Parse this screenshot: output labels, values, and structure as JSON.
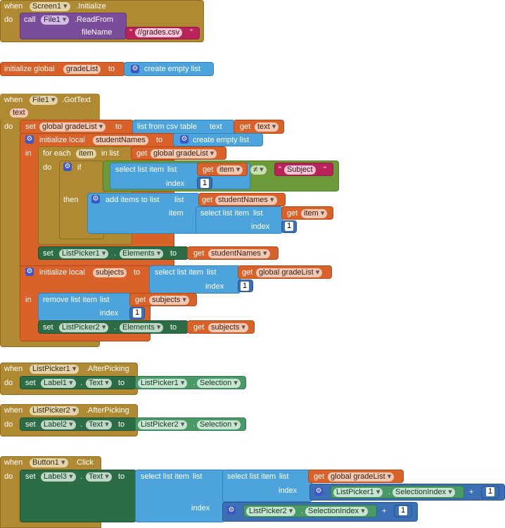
{
  "kw": {
    "when": "when",
    "do": "do",
    "call": "call",
    "to": "to",
    "in": "in",
    "then": "then",
    "if": "if",
    "set": "set",
    "get": "get",
    "list": "list",
    "index": "index",
    "item": "item",
    "text": "text",
    "dot": ".",
    "plus": "+",
    "filename": "fileName",
    "init_global": "initialize global",
    "init_local": "initialize local",
    "create_empty_list": "create empty list",
    "list_from_csv": "list from csv table",
    "for_each": "for each",
    "in_list": "in list",
    "select_list_item": "select list item",
    "add_items": "add items to list",
    "remove_list_item": "remove list item",
    "neq": "≠"
  },
  "names": {
    "screen1": "Screen1",
    "initialize": ".Initialize",
    "file1": "File1",
    "readfrom": ".ReadFrom",
    "gottext": ".GotText",
    "text_param": "text",
    "grade_file": "//grades.csv",
    "gradelist": "gradeList",
    "global_gradelist": "global gradeList",
    "student_names": "studentNames",
    "item_var": "item",
    "subject": "Subject",
    "subjects": "subjects",
    "listpicker1": "ListPicker1",
    "listpicker2": "ListPicker2",
    "elements": "Elements",
    "afterpicking": ".AfterPicking",
    "label1": "Label1",
    "label2": "Label2",
    "label3": "Label3",
    "textprop": "Text",
    "selection": "Selection",
    "selection_index": "SelectionIndex",
    "button1": "Button1",
    "click": ".Click"
  },
  "nums": {
    "one": "1"
  },
  "icons": {
    "dropdown": "▾",
    "gear": "⚙",
    "quote": "\""
  },
  "colors": {
    "control": "#b08a33",
    "variable": "#d9622b",
    "list": "#4da4dc",
    "file": "#7a4d9b",
    "math": "#3d6fb5",
    "logic": "#6c9a38",
    "component": "#2d6d45",
    "text": "#b8245a"
  }
}
